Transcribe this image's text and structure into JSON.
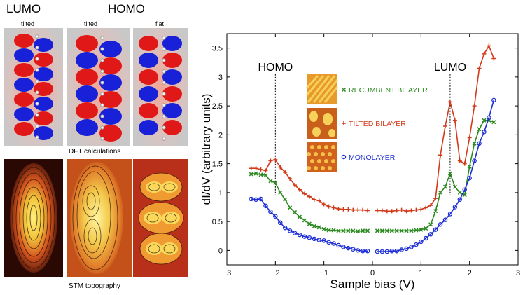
{
  "left_figure": {
    "lumo_title": "LUMO",
    "homo_title": "HOMO",
    "lumo_sub": "tilted",
    "homo_sub_left": "tilted",
    "homo_sub_right": "flat",
    "dft_caption": "DFT calculations",
    "stm_caption": "STM topography"
  },
  "chart_data": {
    "type": "line",
    "xlabel": "Sample bias (V)",
    "ylabel": "dI/dV (arbitrary units)",
    "xlim": [
      -3,
      3
    ],
    "ylim": [
      -0.25,
      3.75
    ],
    "xticks": [
      -3,
      -2,
      -1,
      0,
      1,
      2,
      3
    ],
    "yticks": [
      0,
      0.5,
      1,
      1.5,
      2,
      2.5,
      3,
      3.5
    ],
    "xtick_labels": [
      "−3",
      "−2",
      "−1",
      "0",
      "1",
      "2",
      "3"
    ],
    "ytick_labels": [
      "0",
      "0.5",
      "1",
      "1.5",
      "2",
      "2.5",
      "3",
      "3.5"
    ],
    "grid": false,
    "annotations": [
      {
        "text": "HOMO",
        "x": -2.0,
        "y_line_from": 0.95,
        "y_line_to": 3.05
      },
      {
        "text": "LUMO",
        "x": 1.6,
        "y_line_from": 0.95,
        "y_line_to": 3.05
      }
    ],
    "series": [
      {
        "name": "TILTED BILAYER",
        "color": "#d23a1a",
        "marker": "plus",
        "segments": [
          {
            "x": [
              -2.5,
              -2.4,
              -2.3,
              -2.2,
              -2.1,
              -2.0,
              -1.9,
              -1.8,
              -1.7,
              -1.6,
              -1.5,
              -1.4,
              -1.3,
              -1.2,
              -1.1,
              -1.0,
              -0.9,
              -0.8,
              -0.7,
              -0.6,
              -0.5,
              -0.4,
              -0.3,
              -0.2,
              -0.1
            ],
            "y": [
              1.42,
              1.42,
              1.4,
              1.38,
              1.55,
              1.57,
              1.44,
              1.35,
              1.24,
              1.13,
              1.05,
              0.98,
              0.93,
              0.88,
              0.86,
              0.8,
              0.76,
              0.74,
              0.72,
              0.71,
              0.71,
              0.7,
              0.7,
              0.7,
              0.69
            ]
          },
          {
            "x": [
              0.1,
              0.2,
              0.3,
              0.4,
              0.5,
              0.6,
              0.7,
              0.8,
              0.9,
              1.0,
              1.1,
              1.2,
              1.3,
              1.4,
              1.5,
              1.6,
              1.7,
              1.8,
              1.9,
              2.0,
              2.1,
              2.2,
              2.3,
              2.4,
              2.5
            ],
            "y": [
              0.69,
              0.69,
              0.68,
              0.68,
              0.69,
              0.7,
              0.68,
              0.69,
              0.7,
              0.71,
              0.74,
              0.78,
              0.9,
              1.65,
              2.15,
              2.57,
              2.25,
              1.55,
              1.5,
              1.95,
              2.5,
              3.15,
              3.4,
              3.54,
              3.32
            ]
          }
        ]
      },
      {
        "name": "RECUMBENT BILAYER",
        "color": "#2a8a1e",
        "marker": "x",
        "segments": [
          {
            "x": [
              -2.5,
              -2.4,
              -2.3,
              -2.2,
              -2.1,
              -2.0,
              -1.9,
              -1.8,
              -1.7,
              -1.6,
              -1.5,
              -1.4,
              -1.3,
              -1.2,
              -1.1,
              -1.0,
              -0.9,
              -0.8,
              -0.7,
              -0.6,
              -0.5,
              -0.4,
              -0.3,
              -0.2,
              -0.1
            ],
            "y": [
              1.32,
              1.33,
              1.31,
              1.3,
              1.2,
              1.17,
              1.0,
              0.88,
              0.74,
              0.66,
              0.58,
              0.52,
              0.46,
              0.42,
              0.4,
              0.37,
              0.35,
              0.35,
              0.34,
              0.34,
              0.34,
              0.34,
              0.33,
              0.34,
              0.34
            ]
          },
          {
            "x": [
              0.1,
              0.2,
              0.3,
              0.4,
              0.5,
              0.6,
              0.7,
              0.8,
              0.9,
              1.0,
              1.1,
              1.2,
              1.3,
              1.4,
              1.5,
              1.6,
              1.7,
              1.8,
              1.9,
              2.0,
              2.1,
              2.2,
              2.3,
              2.4,
              2.5
            ],
            "y": [
              0.34,
              0.34,
              0.34,
              0.34,
              0.34,
              0.34,
              0.34,
              0.34,
              0.35,
              0.36,
              0.38,
              0.45,
              0.68,
              1.0,
              1.1,
              1.33,
              1.1,
              1.0,
              0.96,
              1.45,
              1.85,
              2.1,
              2.25,
              2.25,
              2.22
            ]
          }
        ]
      },
      {
        "name": "MONOLAYER",
        "color": "#1e2fd6",
        "marker": "circle",
        "segments": [
          {
            "x": [
              -2.5,
              -2.4,
              -2.3,
              -2.2,
              -2.1,
              -2.0,
              -1.9,
              -1.8,
              -1.7,
              -1.6,
              -1.5,
              -1.4,
              -1.3,
              -1.2,
              -1.1,
              -1.0,
              -0.9,
              -0.8,
              -0.7,
              -0.6,
              -0.5,
              -0.4,
              -0.3,
              -0.2,
              -0.1
            ],
            "y": [
              0.89,
              0.88,
              0.89,
              0.77,
              0.67,
              0.59,
              0.48,
              0.39,
              0.34,
              0.3,
              0.27,
              0.24,
              0.22,
              0.2,
              0.18,
              0.17,
              0.14,
              0.12,
              0.09,
              0.06,
              0.04,
              0.02,
              0.0,
              -0.01,
              -0.01
            ]
          },
          {
            "x": [
              0.1,
              0.2,
              0.3,
              0.4,
              0.5,
              0.6,
              0.7,
              0.8,
              0.9,
              1.0,
              1.1,
              1.2,
              1.3,
              1.4,
              1.5,
              1.6,
              1.7,
              1.8,
              1.9,
              2.0,
              2.1,
              2.2,
              2.3,
              2.4,
              2.5
            ],
            "y": [
              -0.02,
              -0.02,
              -0.02,
              -0.01,
              -0.01,
              0.01,
              0.03,
              0.06,
              0.1,
              0.15,
              0.21,
              0.28,
              0.36,
              0.45,
              0.53,
              0.63,
              0.75,
              0.88,
              1.05,
              1.25,
              1.55,
              1.85,
              2.05,
              2.3,
              2.6
            ]
          }
        ]
      }
    ],
    "legend_order": [
      "RECUMBENT BILAYER",
      "TILTED BILAYER",
      "MONOLAYER"
    ],
    "legend_placement": "center"
  }
}
